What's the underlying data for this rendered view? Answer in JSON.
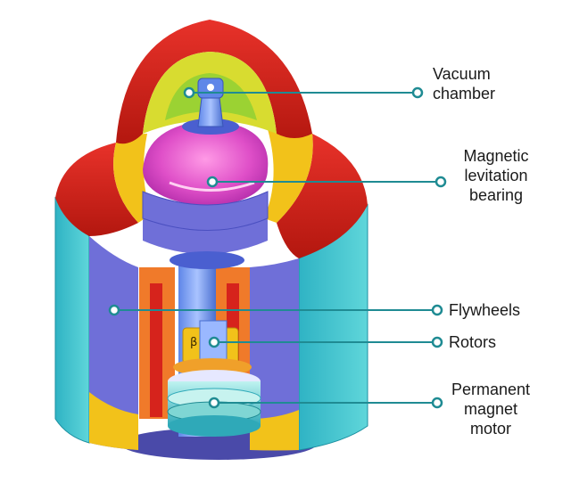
{
  "diagram": {
    "labels": {
      "vacuum_chamber": [
        "Vacuum",
        "chamber"
      ],
      "magnetic_bearing": [
        "Magnetic",
        "levitation",
        "bearing"
      ],
      "flywheels": [
        "Flywheels"
      ],
      "rotors": [
        "Rotors"
      ],
      "motor": [
        "Permanent",
        "magnet",
        "motor"
      ]
    },
    "rotor_marking": "β",
    "colors": {
      "leader": "#1f8b93",
      "outer_red": "#d6231c",
      "yellow": "#f2c21a",
      "cyan": "#3fc2c9",
      "purple": "#6f6fd8",
      "magenta": "#df4fc8",
      "blue": "#3f6fd8",
      "orange": "#f07a2a"
    }
  }
}
